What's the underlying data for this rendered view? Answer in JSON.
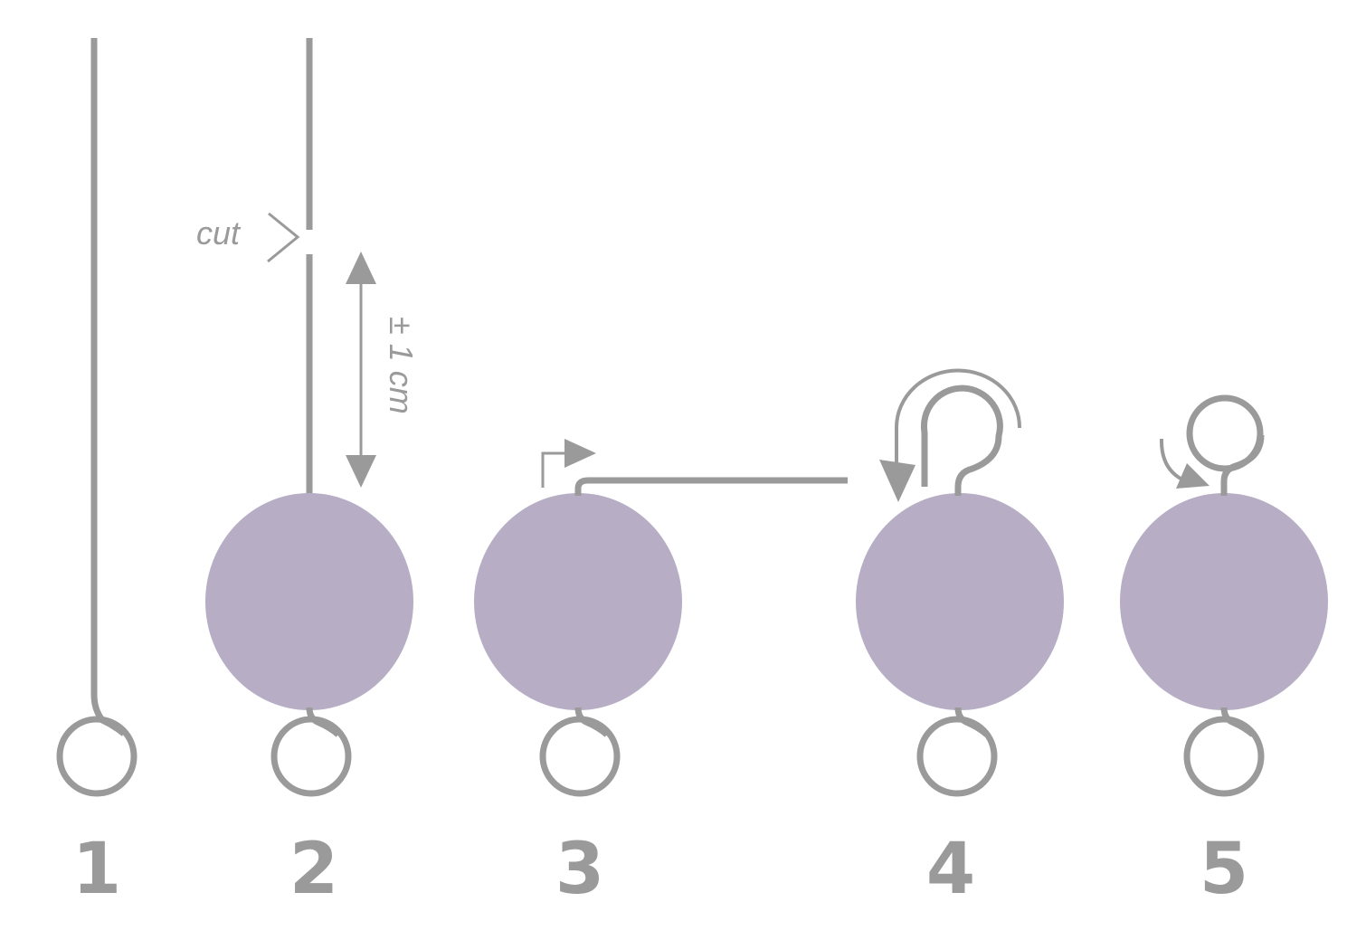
{
  "colors": {
    "wire": "#9a9a9a",
    "bead": "#b7aec6",
    "text": "#9a9a9a"
  },
  "labels": {
    "cut": "cut",
    "distance": "± 1 cm"
  },
  "steps": [
    {
      "number": "1"
    },
    {
      "number": "2"
    },
    {
      "number": "3"
    },
    {
      "number": "4"
    },
    {
      "number": "5"
    }
  ]
}
